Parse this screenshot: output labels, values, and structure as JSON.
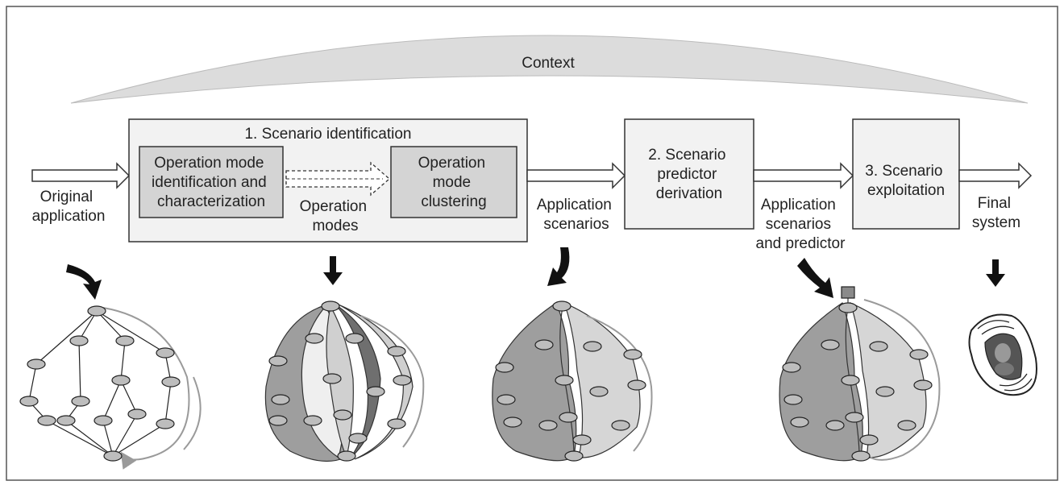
{
  "context": {
    "label": "Context"
  },
  "inputs": {
    "original_application": [
      "Original",
      "application"
    ]
  },
  "stage1": {
    "title": "1. Scenario identification",
    "left_box": [
      "Operation mode",
      "identification and",
      "characterization"
    ],
    "right_box": [
      "Operation",
      "mode",
      "clustering"
    ],
    "arrow_label": [
      "Operation",
      "modes"
    ]
  },
  "between12": {
    "label": [
      "Application",
      "scenarios"
    ]
  },
  "stage2": {
    "box": [
      "2. Scenario",
      "predictor",
      "derivation"
    ]
  },
  "between23": {
    "label": [
      "Application",
      "scenarios",
      "and predictor"
    ]
  },
  "stage3": {
    "box": [
      "3. Scenario",
      "exploitation"
    ]
  },
  "output": {
    "label": [
      "Final",
      "system"
    ]
  },
  "colors": {
    "box_bg": "#f2f2f2",
    "inner_box_bg": "#d4d4d4",
    "node_fill": "#bdbdbd",
    "border": "#333333",
    "context_fill": "#dcdcdc",
    "gray_arrow": "#9a9a9a"
  }
}
